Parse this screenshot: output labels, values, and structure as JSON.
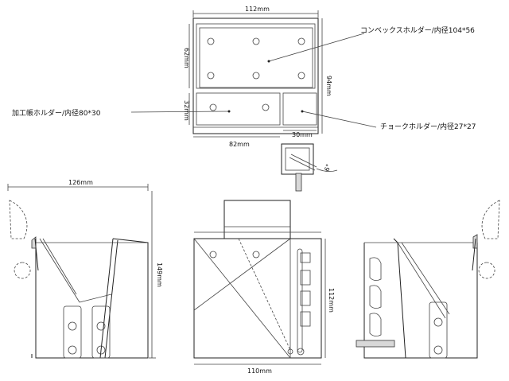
{
  "labels": {
    "convex_holder": "コンベックスホルダー/内径104*56",
    "kakou_holder": "加工帳ホルダー/内径80*30",
    "chalk_holder": "チョークホルダー/内径27*27"
  },
  "dimensions": {
    "top_width": "112mm",
    "top_depth": "94mm",
    "upper_section": "62mm",
    "lower_section": "32mm",
    "lower_left_width": "82mm",
    "lower_right_width": "30mm",
    "side_width": "126mm",
    "side_height": "149mm",
    "front_width": "110mm",
    "front_height": "112mm",
    "angle_label": "6°"
  },
  "colors": {
    "line": "#222222",
    "shade": "#d8d8d8"
  }
}
